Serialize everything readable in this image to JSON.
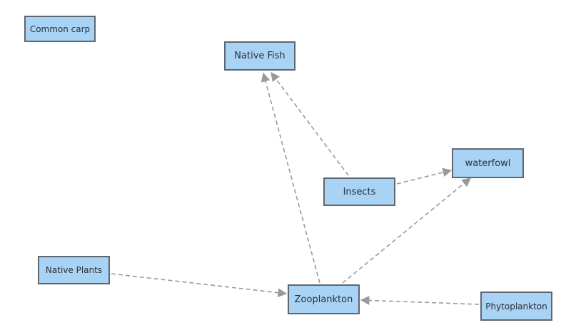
{
  "nodes": {
    "common_carp": "Common carp",
    "native_fish": "Native Fish",
    "waterfowl": "waterfowl",
    "insects": "Insects",
    "native_plants": "Native Plants",
    "zooplankton": "Zooplankton",
    "phytoplankton": "Phytoplankton"
  },
  "edges": [
    {
      "from": "insects",
      "to": "native_fish"
    },
    {
      "from": "insects",
      "to": "waterfowl"
    },
    {
      "from": "zooplankton",
      "to": "native_fish"
    },
    {
      "from": "zooplankton",
      "to": "waterfowl"
    },
    {
      "from": "native_plants",
      "to": "zooplankton"
    },
    {
      "from": "phytoplankton",
      "to": "zooplankton"
    }
  ],
  "colors": {
    "node_fill": "#a9d3f5",
    "node_border": "#5e6670",
    "edge": "#9a9a9a"
  }
}
